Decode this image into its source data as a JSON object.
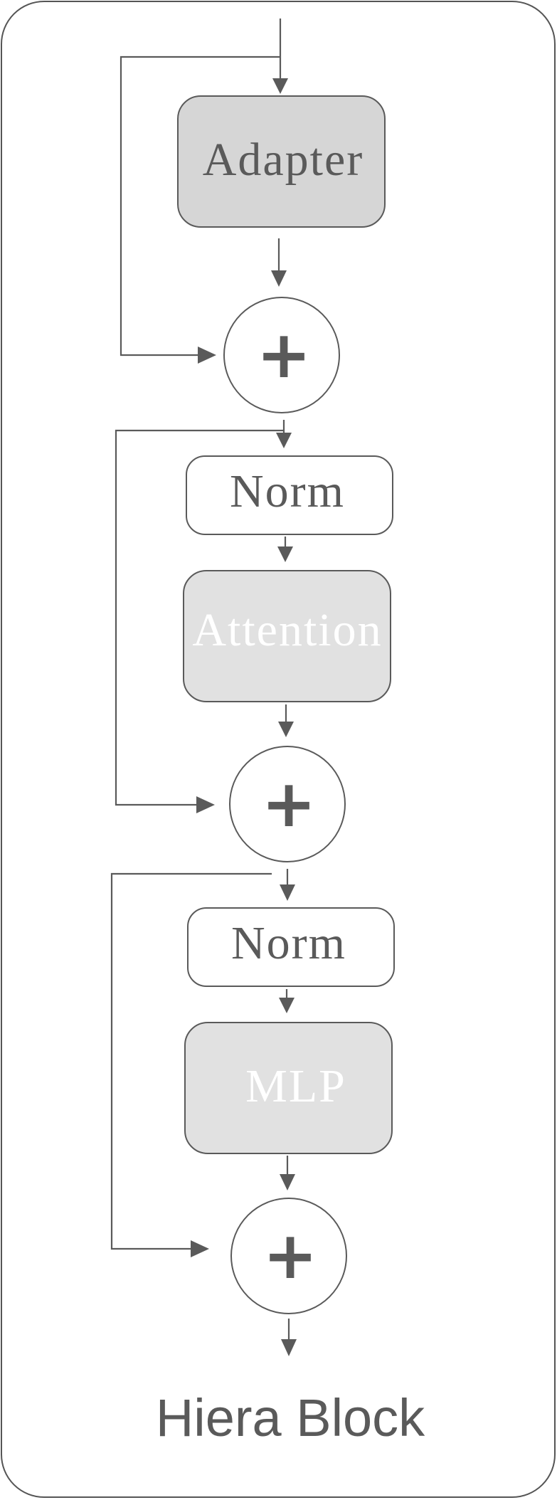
{
  "diagram": {
    "title": "Hiera Block",
    "blocks": {
      "adapter": "Adapter",
      "norm_1": "Norm",
      "attention": "Attention",
      "norm_2": "Norm",
      "mlp": "MLP"
    },
    "operators": {
      "add_1": "+",
      "add_2": "+",
      "add_3": "+"
    },
    "colors": {
      "frame_stroke": "#555555",
      "line": "#5a5a5a",
      "adapter_fill": "#d6d6d6",
      "compute_fill": "#e1e1e1",
      "norm_fill": "#ffffff",
      "text_dark": "#5a5a5a",
      "text_white": "#ffffff"
    }
  }
}
